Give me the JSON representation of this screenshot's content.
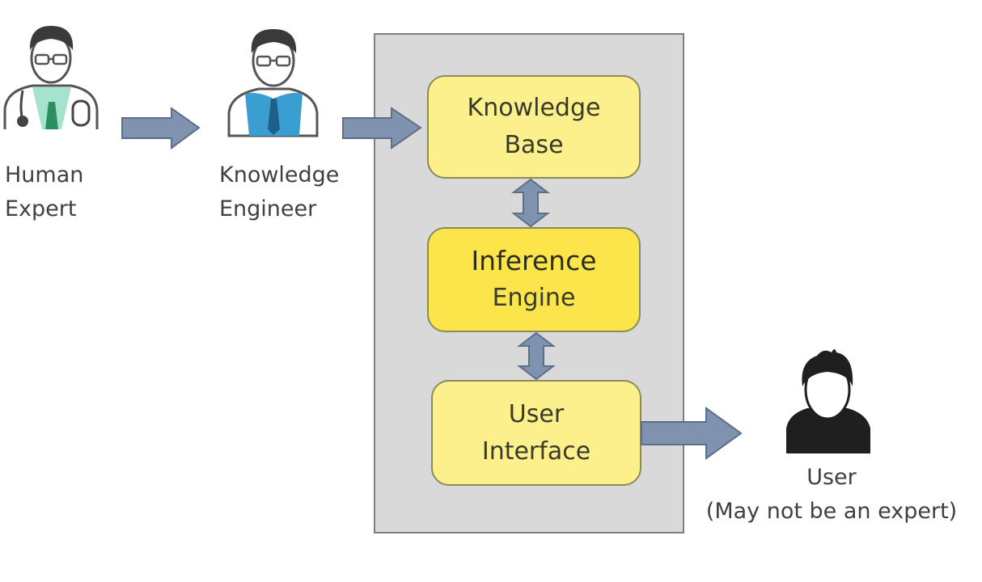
{
  "actors": {
    "human_expert": {
      "line1": "Human",
      "line2": "Expert",
      "icon": "doctor-icon"
    },
    "knowledge_engineer": {
      "line1": "Knowledge",
      "line2": "Engineer",
      "icon": "engineer-icon"
    },
    "user": {
      "line1": "User",
      "line2": "(May not be an expert)",
      "icon": "user-icon"
    }
  },
  "system": {
    "components": [
      {
        "line1": "Knowledge",
        "line2": "Base"
      },
      {
        "line1": "Inference",
        "line2": "Engine"
      },
      {
        "line1": "User",
        "line2": "Interface"
      }
    ]
  },
  "colors": {
    "arrow": "#7f93b1",
    "node_light": "#fcf08d",
    "node_strong": "#fbe54b",
    "system_bg": "#d9d9d9",
    "doctor_accent": "#4fc49a",
    "engineer_accent": "#3a9fd0"
  }
}
